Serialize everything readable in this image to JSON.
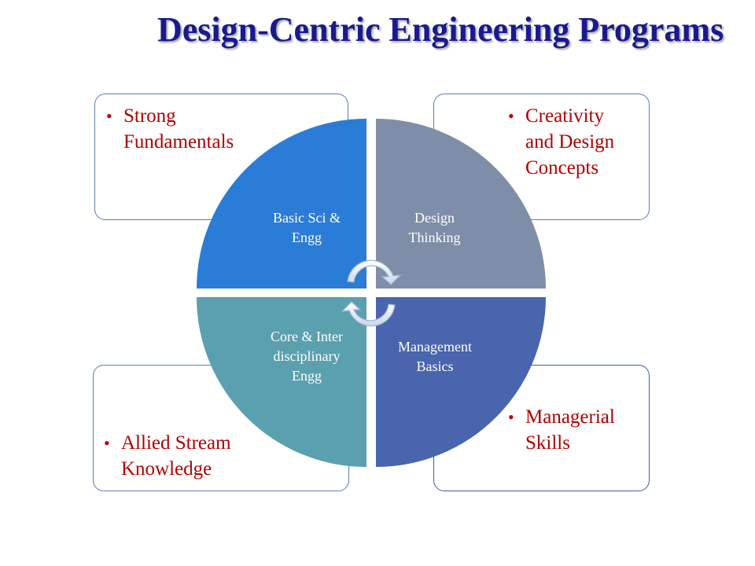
{
  "title": "Design-Centric Engineering Programs",
  "quadrants": [
    {
      "position": "top-left",
      "label_line1": "Basic Sci &",
      "label_line2": "Engg",
      "color": "#2b7cd6",
      "bullet_line1": "Strong",
      "bullet_line2": "Fundamentals"
    },
    {
      "position": "top-right",
      "label_line1": "Design",
      "label_line2": "Thinking",
      "color": "#7f8ea8",
      "bullet_line1": "Creativity",
      "bullet_line2": "and Design",
      "bullet_line3": "Concepts"
    },
    {
      "position": "bottom-left",
      "label_line1": "Core & Inter",
      "label_line2": "disciplinary",
      "label_line3": "Engg",
      "color": "#5ba0ae",
      "bullet_line1": "Allied Stream",
      "bullet_line2": "Knowledge"
    },
    {
      "position": "bottom-right",
      "label_line1": "Management",
      "label_line2": "Basics",
      "color": "#4865ad",
      "bullet_line1": "Managerial",
      "bullet_line2": "Skills"
    }
  ],
  "colors": {
    "title": "#1a1a8c",
    "bullet_text": "#b00000",
    "box_border": "#5a7fb5"
  }
}
